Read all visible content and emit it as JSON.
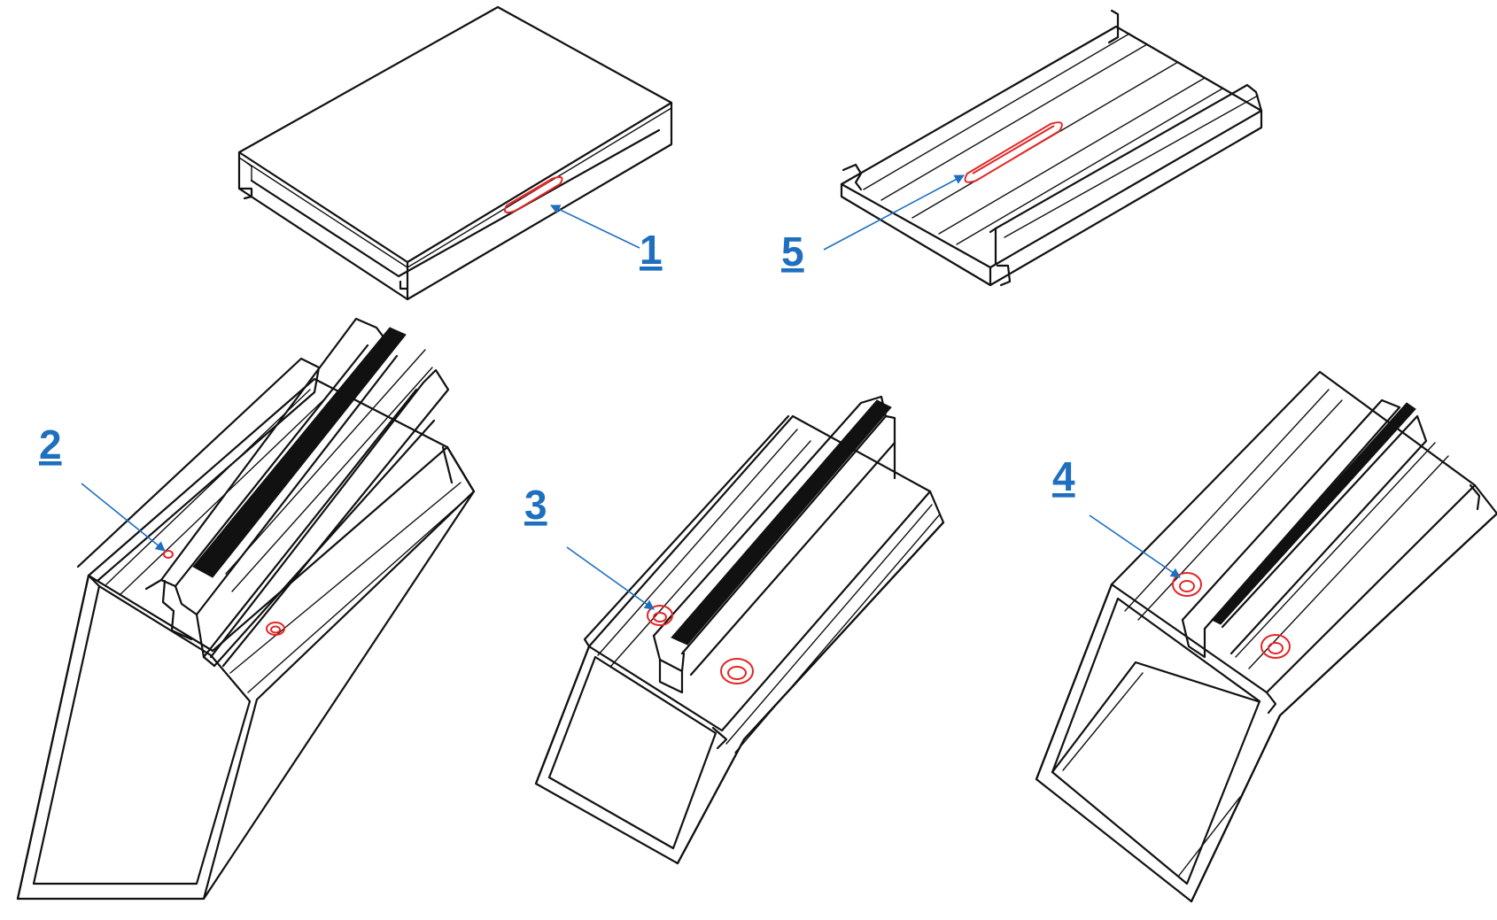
{
  "colors": {
    "line": "#111111",
    "hole": "#e32626",
    "callout": "#1f6fbf"
  },
  "callouts": [
    {
      "id": "1",
      "label": "1"
    },
    {
      "id": "2",
      "label": "2"
    },
    {
      "id": "3",
      "label": "3"
    },
    {
      "id": "4",
      "label": "4"
    },
    {
      "id": "5",
      "label": "5"
    }
  ]
}
